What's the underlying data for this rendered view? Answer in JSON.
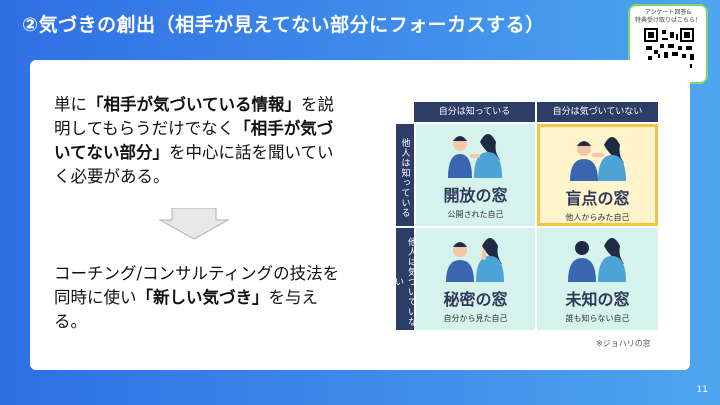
{
  "slide": {
    "title": "②気づきの創出（相手が見えてない部分にフォーカスする）",
    "page_number": "11"
  },
  "qr": {
    "caption": "アンケート回答&\n特典受け取りはこちら！"
  },
  "body": {
    "p1": [
      {
        "text": "単に",
        "bold": false
      },
      {
        "text": "「相手が気づいている情報」",
        "bold": true
      },
      {
        "text": "を説明してもらうだけでなく",
        "bold": false
      },
      {
        "text": "「相手が気づいてない部分」",
        "bold": true
      },
      {
        "text": "を中心に話を聞いていく必要がある。",
        "bold": false
      }
    ],
    "p2": [
      {
        "text": "コーチング/コンサルティングの技法を同時に使い",
        "bold": false
      },
      {
        "text": "「新しい気づき」",
        "bold": true
      },
      {
        "text": "を与える。",
        "bold": false
      }
    ]
  },
  "johari": {
    "col_headers": [
      "自分は知っている",
      "自分は気づいていない"
    ],
    "row_headers": [
      "他人は知っている",
      "他人は気づいていない"
    ],
    "cells": [
      {
        "name": "開放の窓",
        "sub": "公開された自己"
      },
      {
        "name": "盲点の窓",
        "sub": "他人からみた自己"
      },
      {
        "name": "秘密の窓",
        "sub": "自分から見た自己"
      },
      {
        "name": "未知の窓",
        "sub": "誰も知らない自己"
      }
    ],
    "note": "※ジョハリの窓",
    "highlight_color": "#F4C542",
    "header_color": "#2D3E66"
  }
}
